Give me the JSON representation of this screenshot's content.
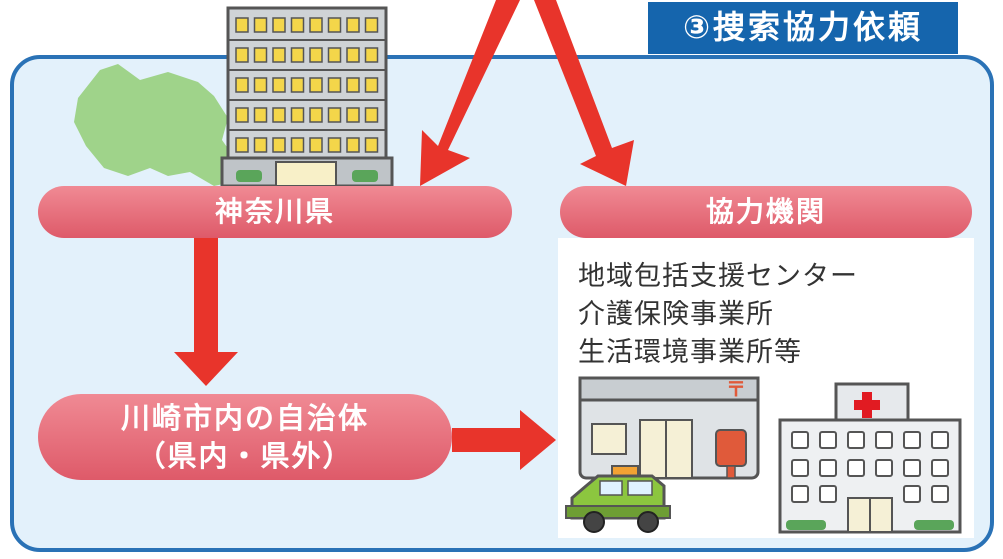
{
  "title": "③捜索協力依頼",
  "nodes": {
    "prefecture": "神奈川県",
    "partners": "協力機関",
    "municipalities": {
      "line1": "川崎市内の自治体",
      "line2": "（県内・県外）"
    }
  },
  "partner_members": [
    "地域包括支援センター",
    "介護保険事業所",
    "生活環境事業所等"
  ],
  "icons": {
    "post_office_mark": "〒"
  },
  "colors": {
    "title_bg": "#1565ad",
    "panel_border": "#2a72b6",
    "panel_bg": "#e3f1fb",
    "pill": "#e56b78",
    "arrow": "#e8342b",
    "map": "#9fd38a"
  }
}
